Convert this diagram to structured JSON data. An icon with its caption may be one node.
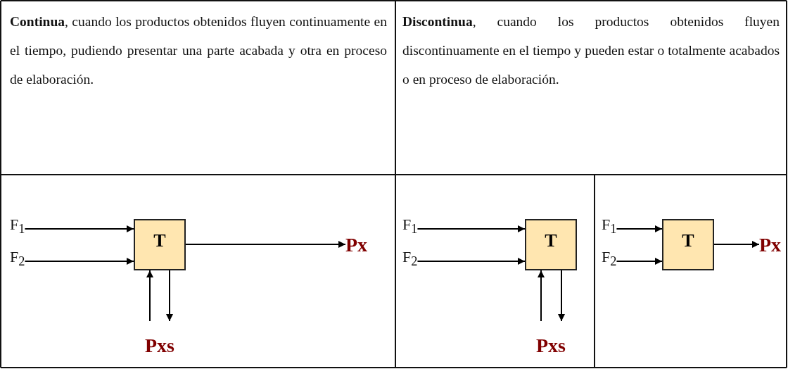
{
  "diagram": {
    "nodes": [
      {
        "text": [
          "F$_{1}$"
        ]
      },
      {
        "text": [
          "F$_{2}$"
        ]
      },
      {
        "text": [
          "T"
        ]
      },
      {
        "text": [
          "Px"
        ]
      },
      {
        "text": [
          "Pxs"
        ]
      },
      {
        "text": [
          "F$_{1}$"
        ]
      },
      {
        "text": [
          "F$_{2}$"
        ]
      },
      {
        "text": [
          "T"
        ]
      },
      {
        "text": [
          "Pxs"
        ]
      },
      {
        "text": [
          "F$_{1}$"
        ]
      },
      {
        "text": [
          "F$_{2}$"
        ]
      },
      {
        "text": [
          "T"
        ]
      },
      {
        "text": [
          "Px"
        ]
      }
    ],
    "edges": [
      {
        "from": 0,
        "to": 2,
        "arrow": "to"
      },
      {
        "from": 1,
        "to": 2,
        "arrow": "to"
      },
      {
        "from": 2,
        "to": 3,
        "arrow": "to"
      },
      {
        "from": 4,
        "to": 2,
        "arrow": "to"
      },
      {
        "from": 2,
        "to": 4,
        "arrow": "to"
      },
      {
        "from": 5,
        "to": 7,
        "arrow": "to"
      },
      {
        "from": 6,
        "to": 7,
        "arrow": "to"
      },
      {
        "from": 8,
        "to": 7,
        "arrow": "to"
      },
      {
        "from": 7,
        "to": 8,
        "arrow": "to"
      },
      {
        "from": 9,
        "to": 11,
        "arrow": "to"
      },
      {
        "from": 10,
        "to": 11,
        "arrow": "to"
      },
      {
        "from": 11,
        "to": 12,
        "arrow": "to"
      }
    ],
    "labels": [
      "**Continua**, cuando los productos obtenidos fluyen continuamente en el tiempo, pudiendo presentar una parte acabada y otra en proceso de elaboración.",
      "**Discontinua**, cuando los productos obtenidos fluyen discontinuamente en el tiempo y pueden estar o totalmente acabados o en proceso de elaboración."
    ]
  }
}
